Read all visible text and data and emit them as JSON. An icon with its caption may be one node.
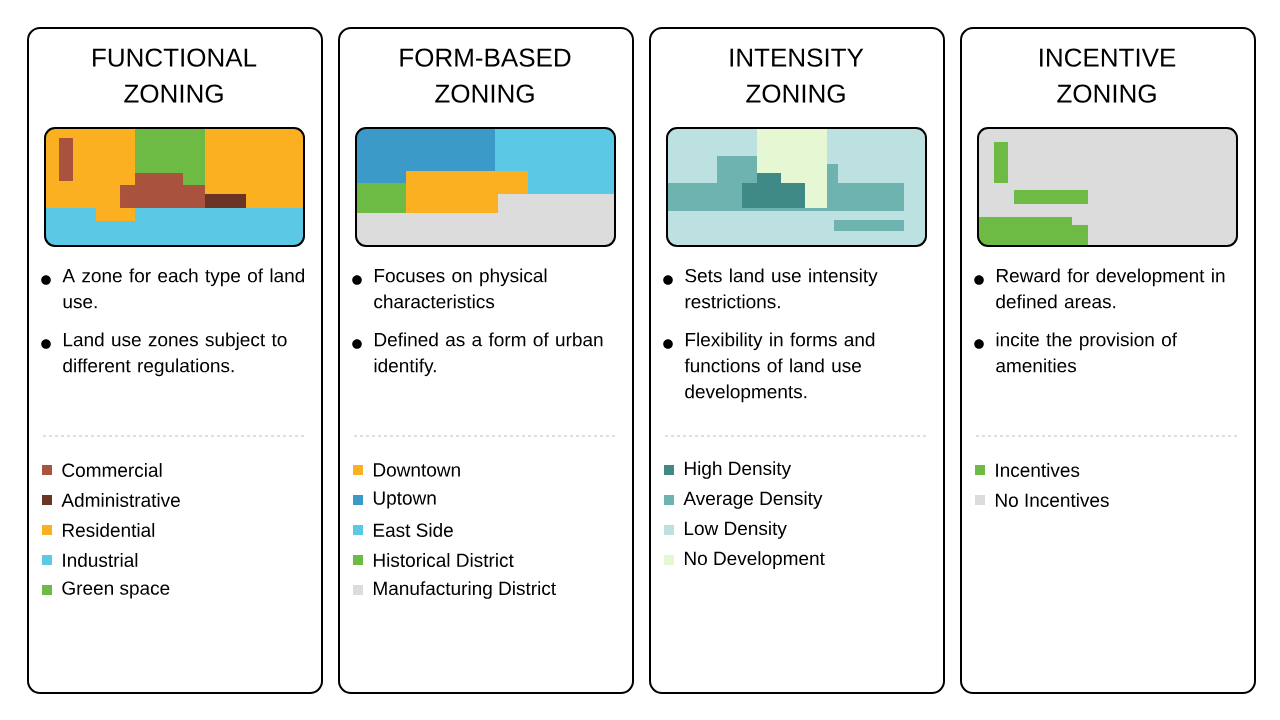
{
  "diagram": {
    "nodes": [
      {
        "text": [
          "FUNCTIONAL ZONING",
          "A zone for each type of land use.",
          "Land use zones subject to different regulations."
        ]
      },
      {
        "text": [
          "FORM-BASED ZONING",
          "Focuses on physical characteristics",
          "Defined as a form of urban identify."
        ]
      },
      {
        "text": [
          "INTENSITY ZONING",
          "Sets land use intensity restrictions.",
          "Flexibility in forms and functions of land use developments."
        ]
      },
      {
        "text": [
          "INCENTIVE ZONING",
          "Reward for development in defined areas.",
          "incite the provision of amenities"
        ]
      }
    ],
    "legend": [
      {
        "text": "Commercial",
        "color": "#a9533f"
      },
      {
        "text": "Administrative",
        "color": "#6b3526"
      },
      {
        "text": "Residential",
        "color": "#fbb022"
      },
      {
        "text": "Industrial",
        "color": "#5bc8e6"
      },
      {
        "text": "Green space",
        "color": "#6dbb45"
      },
      {
        "text": "Downtown",
        "color": "#fbb022"
      },
      {
        "text": "Uptown",
        "color": "#3c9ac9"
      },
      {
        "text": "East Side",
        "color": "#5bc8e6"
      },
      {
        "text": "Historical District",
        "color": "#6dbb45"
      },
      {
        "text": "Manufacturing District",
        "color": "#dcdcdc"
      },
      {
        "text": "High Density",
        "color": "#3f8a86"
      },
      {
        "text": "Average Density",
        "color": "#6fb3b0"
      },
      {
        "text": "Low Density",
        "color": "#bde1e0"
      },
      {
        "text": "No Development",
        "color": "#e6f7d3"
      },
      {
        "text": "Incentives",
        "color": "#6dbb45"
      },
      {
        "text": "No Incentives",
        "color": "#dcdcdc"
      }
    ]
  }
}
